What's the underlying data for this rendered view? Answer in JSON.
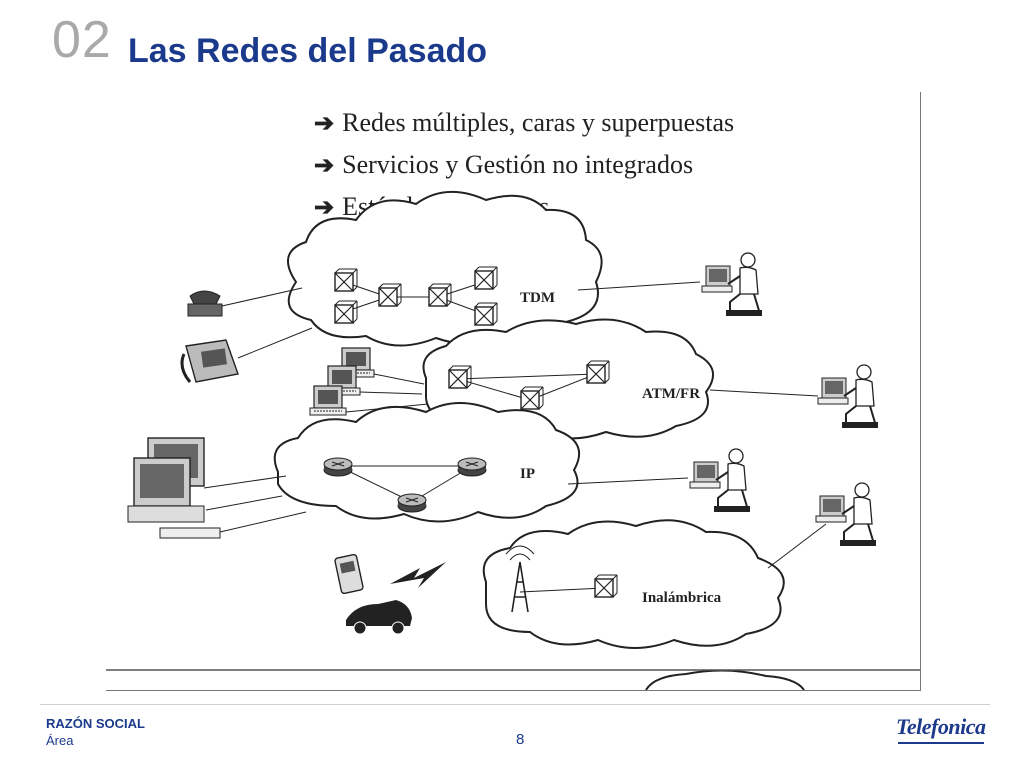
{
  "slide": {
    "number": "02",
    "title": "Las Redes del Pasado"
  },
  "bullets": [
    {
      "text": "Redes múltiples, caras y superpuestas"
    },
    {
      "text": "Servicios y Gestión no integrados"
    },
    {
      "text": "Estándares cerrados"
    }
  ],
  "diagram": {
    "clouds": [
      {
        "label": "TDM"
      },
      {
        "label": "ATM/FR"
      },
      {
        "label": "IP"
      },
      {
        "label": "Inalámbrica"
      }
    ]
  },
  "footer": {
    "company": "RAZÓN SOCIAL",
    "area": "Área",
    "page": "8",
    "brand": "Telefonica"
  },
  "colors": {
    "title": "#1b3a8c",
    "slide_number": "#a9a9a9",
    "line_art": "#222222"
  }
}
